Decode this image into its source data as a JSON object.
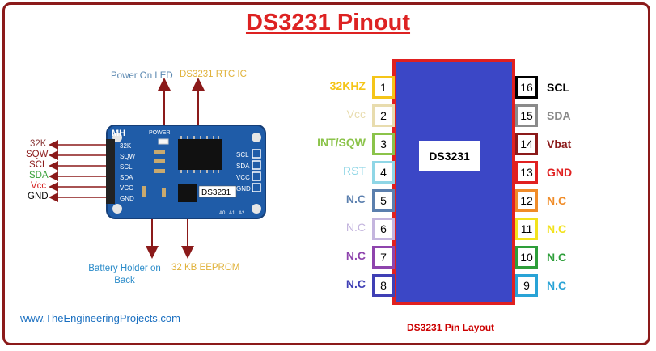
{
  "title": "DS3231 Pinout",
  "website": "www.TheEngineeringProjects.com",
  "caption": "DS3231 Pin Layout",
  "chip_label": "DS3231",
  "module": {
    "top_labels": {
      "led": "Power On LED",
      "rtc": "DS3231 RTC IC"
    },
    "bottom_labels": {
      "battery": "Battery Holder on Back",
      "eeprom": "32 KB EEPROM"
    },
    "left_pins": [
      {
        "name": "32K",
        "color": "#8b3a3a"
      },
      {
        "name": "SQW",
        "color": "#8b1a1a"
      },
      {
        "name": "SCL",
        "color": "#8b1a1a"
      },
      {
        "name": "SDA",
        "color": "#3aa13a"
      },
      {
        "name": "Vcc",
        "color": "#d42020"
      },
      {
        "name": "GND",
        "color": "#000000"
      }
    ],
    "board_text": {
      "brand": "MH",
      "power": "POWER",
      "ic": "DS3231",
      "left_header": [
        "32K",
        "SQW",
        "SCL",
        "SDA",
        "VCC",
        "GND"
      ],
      "right_header": [
        "SCL",
        "SDA",
        "VCC",
        "GND"
      ],
      "address": [
        "A0",
        "A1",
        "A2"
      ]
    }
  },
  "left_side_pins": [
    {
      "num": "1",
      "name": "32KHZ",
      "color": "#f5c518"
    },
    {
      "num": "2",
      "name": "Vcc",
      "color": "#e8dcae"
    },
    {
      "num": "3",
      "name": "INT/SQW",
      "color": "#8bc34a"
    },
    {
      "num": "4",
      "name": "RST",
      "color": "#8fd6e6"
    },
    {
      "num": "5",
      "name": "N.C",
      "color": "#5b7fae"
    },
    {
      "num": "6",
      "name": "N.C",
      "color": "#c4b5de"
    },
    {
      "num": "7",
      "name": "N.C",
      "color": "#8e44ad"
    },
    {
      "num": "8",
      "name": "N.C",
      "color": "#3f3fb5"
    }
  ],
  "right_side_pins": [
    {
      "num": "16",
      "name": "SCL",
      "color": "#000000"
    },
    {
      "num": "15",
      "name": "SDA",
      "color": "#8a8a8a"
    },
    {
      "num": "14",
      "name": "Vbat",
      "color": "#8b1a1a"
    },
    {
      "num": "13",
      "name": "GND",
      "color": "#e02020"
    },
    {
      "num": "12",
      "name": "N.C",
      "color": "#f08c28"
    },
    {
      "num": "11",
      "name": "N.C",
      "color": "#f2e21c"
    },
    {
      "num": "10",
      "name": "N.C",
      "color": "#2e9e3a"
    },
    {
      "num": "9",
      "name": "N.C",
      "color": "#29a3d6"
    }
  ]
}
